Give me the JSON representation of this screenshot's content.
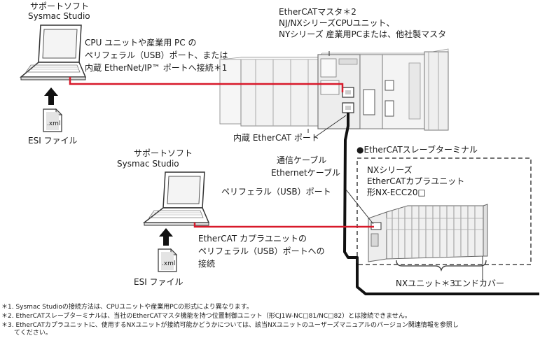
{
  "pc_top": {
    "line1": "サポートソフト",
    "line2": "Sysmac Studio"
  },
  "pc_top_note": {
    "line1": "CPU ユニットや産業用 PC の",
    "line2": "ペリフェラル（USB）ポート、または",
    "line3": "内蔵 EtherNet/IP™ ポートへ接続＊1"
  },
  "esi_top": {
    "label": "ESI ファイル",
    "file_ext": ".xml"
  },
  "master": {
    "line1": "EtherCATマスタ＊2",
    "line2": "NJ/NXシリーズCPUユニット、",
    "line3": "NYシリーズ 産業用PCまたは、他社製マスタ"
  },
  "builtin_port": "内蔵 EtherCAT ポート",
  "cable": {
    "line1": "通信ケーブル",
    "line2": "Ethernetケーブル"
  },
  "slave": {
    "title": "●EtherCATスレーブターミナル",
    "line1": "NXシリーズ",
    "line2": "EtherCATカプラユニット",
    "line3": "形NX-ECC20□"
  },
  "pc_bottom": {
    "line1": "サポートソフト",
    "line2": "Sysmac Studio"
  },
  "periph_port": "ペリフェラル（USB）ポート",
  "coupler_note": {
    "line1": "EtherCAT カプラユニットの",
    "line2": "ペリフェラル（USB）ポートへの",
    "line3": "接続"
  },
  "esi_bottom": {
    "label": "ESI ファイル",
    "file_ext": ".xml"
  },
  "nx_unit": "NXユニット＊3",
  "end_cover": "エンドカバー",
  "footnotes": [
    "＊1. Sysmac Studioの接続方法は、CPUユニットや産業用PCの形式により異なります。",
    "＊2. EtherCATスレーブターミナルは、当社のEtherCATマスタ機能を持つ位置制御ユニット（形CJ1W-NC□81/NC□82）とは接続できません。",
    "＊3. EtherCATカプラユニットに、使用するNXユニットが接続可能かどうかについては、該当NXユニットのユーザーズマニュアルのバージョン関連情報を参照し",
    "てください。"
  ],
  "colors": {
    "connection_red": "#d8192a",
    "ethercat_cable": "#111111",
    "unit_grey": "#8c8c8c",
    "line": "#333333"
  }
}
